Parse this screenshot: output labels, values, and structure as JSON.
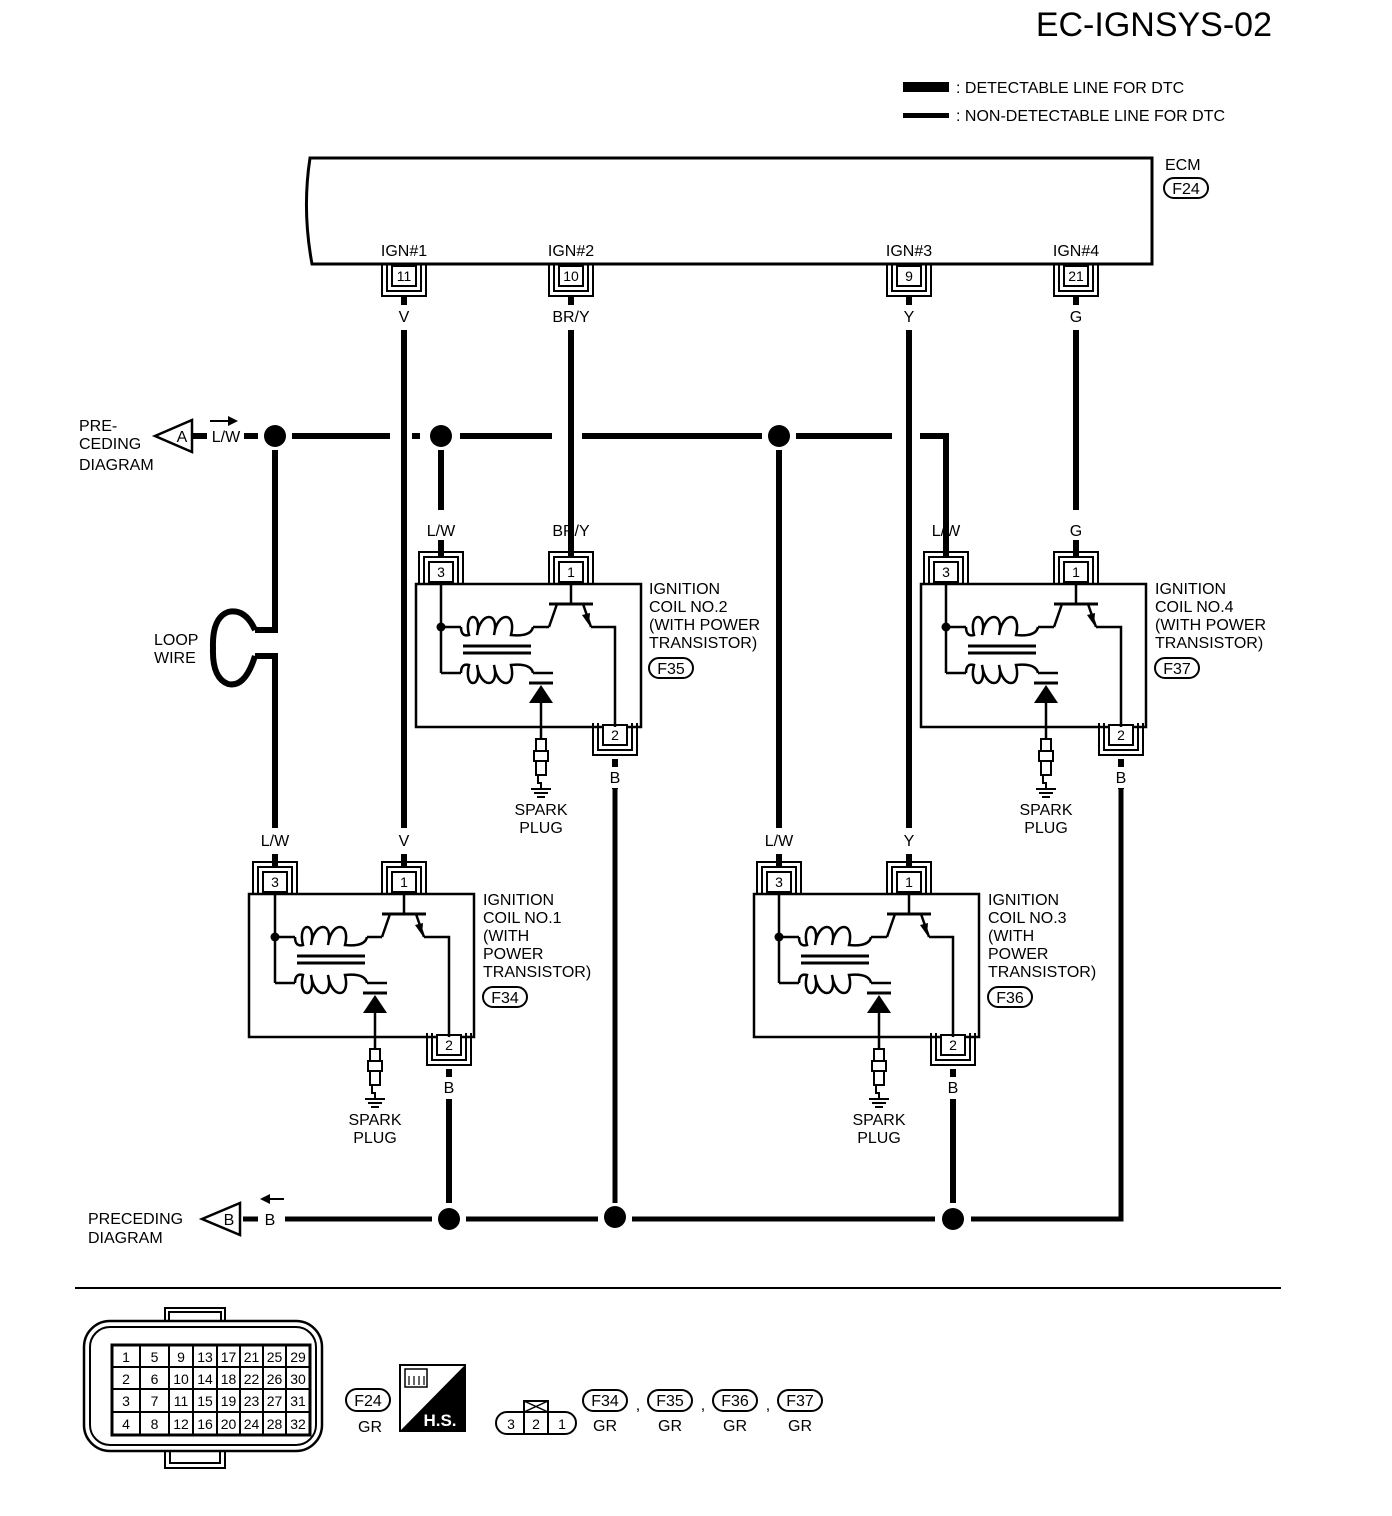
{
  "page_id": "EC-IGNSYS-02",
  "legend": {
    "detectable": ": DETECTABLE LINE FOR DTC",
    "non_detectable": ": NON-DETECTABLE LINE FOR DTC"
  },
  "ecm": {
    "name": "ECM",
    "connector": "F24",
    "terminals": [
      {
        "signal": "IGN#1",
        "pin": "11",
        "wire": "V"
      },
      {
        "signal": "IGN#2",
        "pin": "10",
        "wire": "BR/Y"
      },
      {
        "signal": "IGN#3",
        "pin": "9",
        "wire": "Y"
      },
      {
        "signal": "IGN#4",
        "pin": "21",
        "wire": "G"
      }
    ]
  },
  "connector_a": {
    "letter": "A",
    "label_line1": "PRE-",
    "label_line2": "CEDING",
    "label_line3": "DIAGRAM",
    "wire": "L/W"
  },
  "connector_b": {
    "letter": "B",
    "label_line1": "PRECEDING",
    "label_line2": "DIAGRAM",
    "wire": "B"
  },
  "loop_wire": {
    "line1": "LOOP",
    "line2": "WIRE"
  },
  "coils": [
    {
      "id": "coil1",
      "name_lines": [
        "IGNITION",
        "COIL NO.1",
        "(WITH",
        "POWER",
        "TRANSISTOR)"
      ],
      "connector": "F34",
      "pin3": "3",
      "pin1": "1",
      "pin2": "2",
      "wire3": "L/W",
      "wire1": "V",
      "wire2": "B",
      "spark_plug": [
        "SPARK",
        "PLUG"
      ]
    },
    {
      "id": "coil2",
      "name_lines": [
        "IGNITION",
        "COIL NO.2",
        "(WITH POWER",
        "TRANSISTOR)"
      ],
      "connector": "F35",
      "pin3": "3",
      "pin1": "1",
      "pin2": "2",
      "wire3": "L/W",
      "wire1": "BR/Y",
      "wire2": "B",
      "spark_plug": [
        "SPARK",
        "PLUG"
      ]
    },
    {
      "id": "coil3",
      "name_lines": [
        "IGNITION",
        "COIL NO.3",
        "(WITH",
        "POWER",
        "TRANSISTOR)"
      ],
      "connector": "F36",
      "pin3": "3",
      "pin1": "1",
      "pin2": "2",
      "wire3": "L/W",
      "wire1": "Y",
      "wire2": "B",
      "spark_plug": [
        "SPARK",
        "PLUG"
      ]
    },
    {
      "id": "coil4",
      "name_lines": [
        "IGNITION",
        "COIL NO.4",
        "(WITH POWER",
        "TRANSISTOR)"
      ],
      "connector": "F37",
      "pin3": "3",
      "pin1": "1",
      "pin2": "2",
      "wire3": "L/W",
      "wire1": "G",
      "wire2": "B",
      "spark_plug": [
        "SPARK",
        "PLUG"
      ]
    }
  ],
  "connector_views": {
    "f24": {
      "grid": [
        [
          "1",
          "5",
          "9",
          "13",
          "17",
          "21",
          "25",
          "29"
        ],
        [
          "2",
          "6",
          "10",
          "14",
          "18",
          "22",
          "26",
          "30"
        ],
        [
          "3",
          "7",
          "11",
          "15",
          "19",
          "23",
          "27",
          "31"
        ],
        [
          "4",
          "8",
          "12",
          "16",
          "20",
          "24",
          "28",
          "32"
        ]
      ],
      "connector": "F24",
      "color": "GR",
      "hs_label": "H.S."
    },
    "coil_connector": {
      "pins": [
        "3",
        "2",
        "1"
      ],
      "refs": [
        {
          "connector": "F34",
          "color": "GR"
        },
        {
          "connector": "F35",
          "color": "GR"
        },
        {
          "connector": "F36",
          "color": "GR"
        },
        {
          "connector": "F37",
          "color": "GR"
        }
      ],
      "separator": ","
    }
  }
}
